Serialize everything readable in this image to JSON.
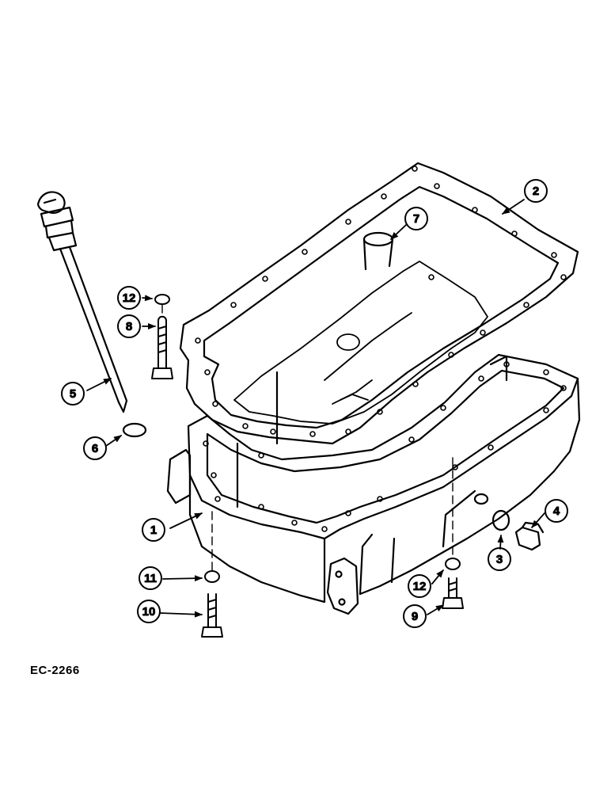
{
  "figure_code": "EC-2266",
  "callouts": [
    {
      "id": "c1",
      "label": "1"
    },
    {
      "id": "c2",
      "label": "2"
    },
    {
      "id": "c3",
      "label": "3"
    },
    {
      "id": "c4",
      "label": "4"
    },
    {
      "id": "c5",
      "label": "5"
    },
    {
      "id": "c6",
      "label": "6"
    },
    {
      "id": "c7",
      "label": "7"
    },
    {
      "id": "c8",
      "label": "8"
    },
    {
      "id": "c9",
      "label": "9"
    },
    {
      "id": "c10",
      "label": "10"
    },
    {
      "id": "c11",
      "label": "11"
    },
    {
      "id": "c12a",
      "label": "12"
    },
    {
      "id": "c12b",
      "label": "12"
    }
  ]
}
